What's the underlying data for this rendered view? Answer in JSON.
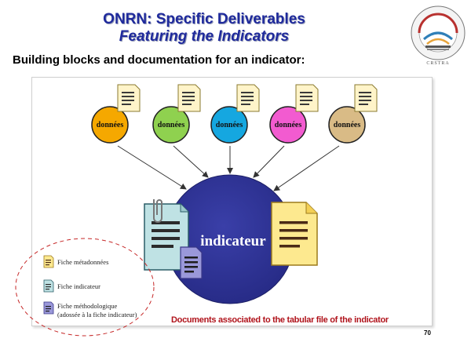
{
  "header": {
    "title_line1": "ONRN:  Specific Deliverables",
    "title_line2": "Featuring the Indicators",
    "subtitle": "Building blocks and documentation for an indicator:"
  },
  "logo": {
    "label": "CRSTRA",
    "icon": "institution-seal"
  },
  "diagram": {
    "nodes": [
      {
        "label": "données",
        "color": "#f5a800"
      },
      {
        "label": "données",
        "color": "#8fd14f"
      },
      {
        "label": "données",
        "color": "#15a7e0"
      },
      {
        "label": "données",
        "color": "#f25bd0"
      },
      {
        "label": "données",
        "color": "#d9bb86"
      }
    ],
    "center_label": "indicateur",
    "center_color": "#2e3192",
    "legend": {
      "item1": "Fiche métadonnées",
      "item2": "Fiche indicateur",
      "item3_line1": "Fiche méthodologique",
      "item3_line2": "(adossée à la fiche indicateur)"
    },
    "caption": "Documents associated to the tabular file of the indicator"
  },
  "page_number": "70"
}
